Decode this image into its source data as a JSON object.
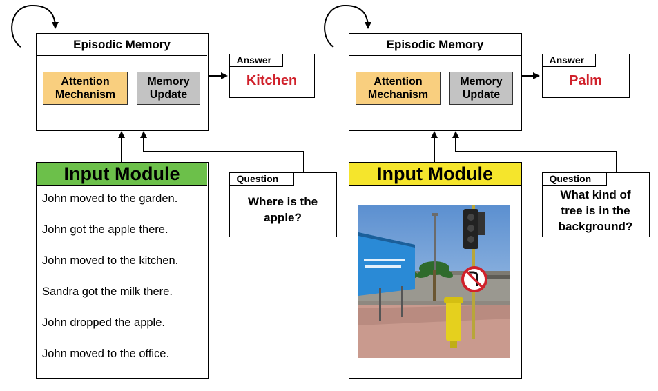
{
  "colors": {
    "attention": "#f9cf7f",
    "memory_update": "#c3c3c3",
    "input_text": "#6cc04a",
    "input_image": "#f5e52c",
    "answer_text": "#d0212b"
  },
  "left": {
    "memory_title": "Episodic Memory",
    "attention": "Attention\nMechanism",
    "memory_update": "Memory\nUpdate",
    "answer_label": "Answer",
    "answer": "Kitchen",
    "input_title": "Input Module",
    "facts": [
      "John moved to the garden.",
      "John got the apple there.",
      "John moved to the kitchen.",
      "Sandra got the milk there.",
      "John dropped the apple.",
      "John moved to the office."
    ],
    "question_label": "Question",
    "question": "Where is the\napple?"
  },
  "right": {
    "memory_title": "Episodic Memory",
    "attention": "Attention\nMechanism",
    "memory_update": "Memory\nUpdate",
    "answer_label": "Answer",
    "answer": "Palm",
    "input_title": "Input Module",
    "image_icon": "street-photo",
    "question_label": "Question",
    "question": "What kind of\ntree is in the\nbackground?"
  }
}
